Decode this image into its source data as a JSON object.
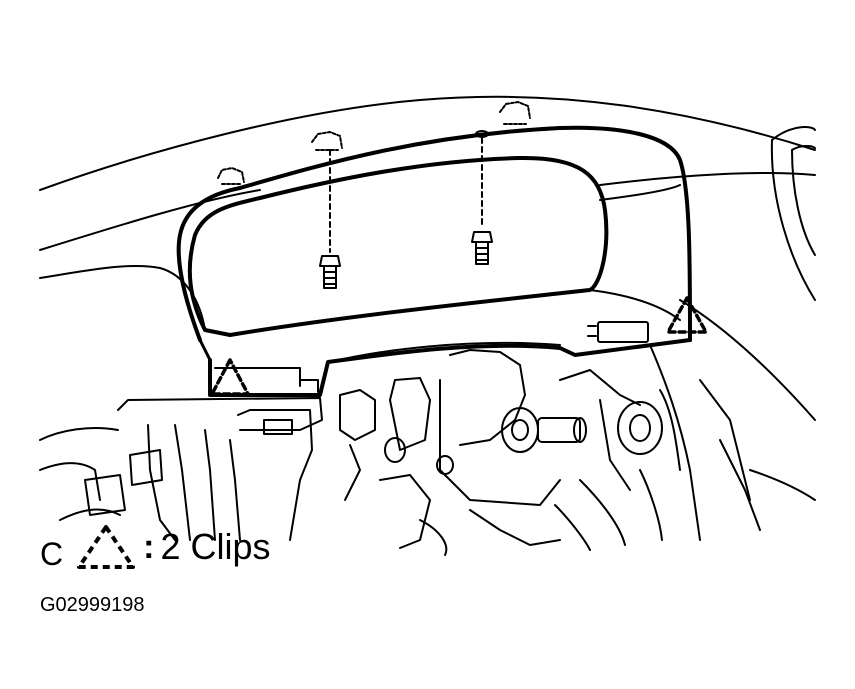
{
  "legend": {
    "letter": "C",
    "symbol": "dashed-triangle-clip-icon",
    "label": "2 Clips"
  },
  "figure_code": "G02999198",
  "colors": {
    "ink": "#000000",
    "paper": "#ffffff"
  }
}
